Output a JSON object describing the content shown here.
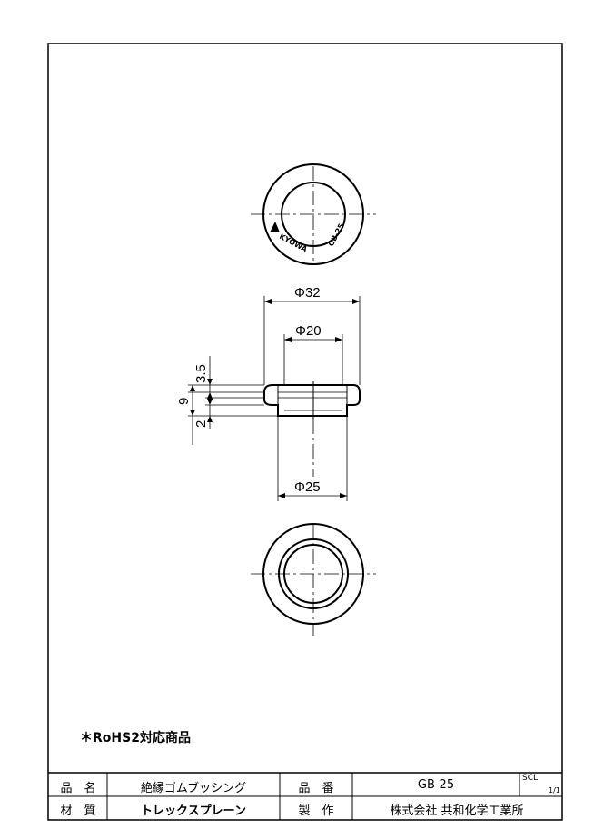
{
  "drawing": {
    "dimensions": {
      "outer_diameter": "Φ32",
      "inner_diameter": "Φ20",
      "mount_diameter": "Φ25",
      "height": "9",
      "flange_top": "3.5",
      "flange_bottom": "2"
    },
    "marking": {
      "brand": "KYOWA",
      "part": "GB-25"
    }
  },
  "note": "＊RoHS2対応商品",
  "title_block": {
    "product_name_label": "品　名",
    "product_name": "絶縁ゴムブッシング",
    "part_number_label": "品　番",
    "part_number": "GB-25",
    "material_label": "材　質",
    "material": "トレックスプレーン",
    "manufacturer_label": "製　作",
    "manufacturer": "株式会社 共和化学工業所",
    "scale_label": "SCL",
    "sheet": "1/1"
  }
}
